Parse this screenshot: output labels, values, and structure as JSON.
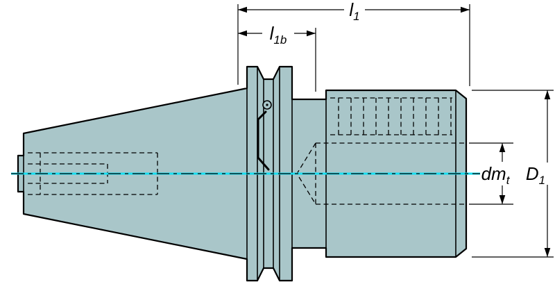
{
  "diagram": {
    "labels": {
      "l1": {
        "base": "l",
        "sub": "1"
      },
      "l1b": {
        "base": "l",
        "sub": "1b"
      },
      "dmt": {
        "base": "dm",
        "sub": "t"
      },
      "D1": {
        "base": "D",
        "sub": "1"
      }
    },
    "colors": {
      "body_fill": "#a9c6c9",
      "outline": "#000000",
      "centerline": "#15dff2",
      "background": "#ffffff"
    }
  }
}
